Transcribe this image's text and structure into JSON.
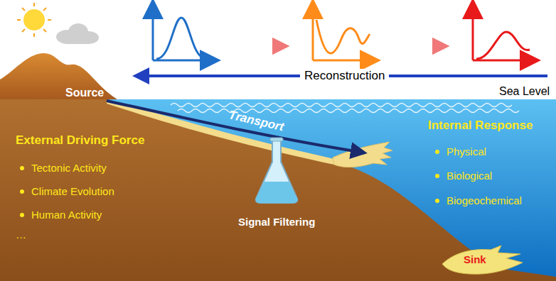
{
  "diagram": {
    "labels": [
      "Reconstruction",
      "Sea Level",
      "Source",
      "Transport",
      "External Driving Force",
      "Tectonic Activity",
      "Climate Evolution",
      "Human Activity",
      "…",
      "Signal Filtering",
      "Internal Response",
      "Physical",
      "Biological",
      "Biogeochemical",
      "Sink"
    ]
  }
}
